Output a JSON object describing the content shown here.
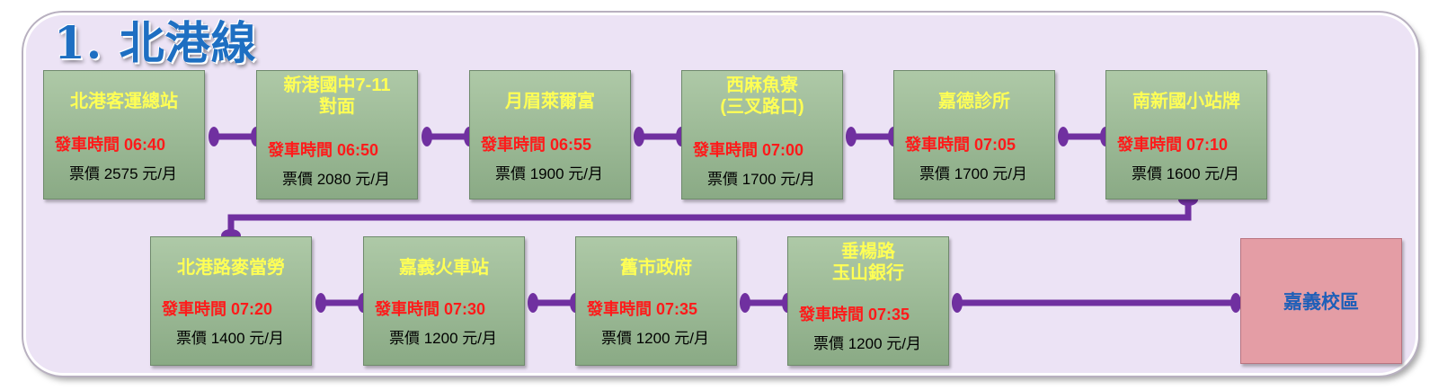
{
  "title": "1. 北港線",
  "line_color": "#7030a0",
  "station_color": "#9bb896",
  "destination_color": "#e49da5",
  "stations": [
    {
      "name": "北港客運總站",
      "time": "發車時間 06:40",
      "fare": "票價 2575 元/月"
    },
    {
      "name": "新港國中7-11\n對面",
      "time": "發車時間 06:50",
      "fare": "票價 2080 元/月"
    },
    {
      "name": "月眉萊爾富",
      "time": "發車時間 06:55",
      "fare": "票價 1900 元/月"
    },
    {
      "name": "西麻魚寮\n(三叉路口)",
      "time": "發車時間 07:00",
      "fare": "票價 1700 元/月"
    },
    {
      "name": "嘉德診所",
      "time": "發車時間 07:05",
      "fare": "票價 1700 元/月"
    },
    {
      "name": "南新國小站牌",
      "time": "發車時間 07:10",
      "fare": "票價 1600 元/月"
    },
    {
      "name": "北港路麥當勞",
      "time": "發車時間 07:20",
      "fare": "票價 1400 元/月"
    },
    {
      "name": "嘉義火車站",
      "time": "發車時間 07:30",
      "fare": "票價 1200 元/月"
    },
    {
      "name": "舊市政府",
      "time": "發車時間 07:35",
      "fare": "票價 1200 元/月"
    },
    {
      "name": "垂楊路\n玉山銀行",
      "time": "發車時間 07:35",
      "fare": "票價 1200 元/月"
    }
  ],
  "destination": "嘉義校區"
}
